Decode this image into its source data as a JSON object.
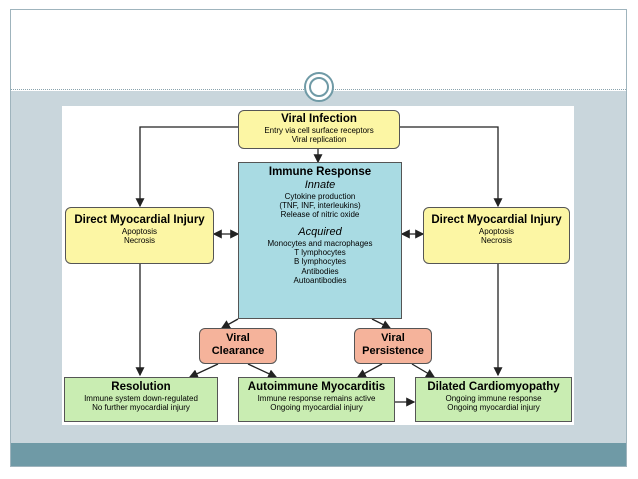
{
  "viral_infection": {
    "title": "Viral Infection",
    "lines": [
      "Entry via cell surface receptors",
      "Viral replication"
    ]
  },
  "immune_response": {
    "title": "Immune Response",
    "innate_label": "Innate",
    "innate_lines": [
      "Cytokine production",
      "(TNF, INF, interleukins)",
      "Release of nitric oxide"
    ],
    "acquired_label": "Acquired",
    "acquired_lines": [
      "Monocytes and macrophages",
      "T lymphocytes",
      "B lymphocytes",
      "Antibodies",
      "Autoantibodies"
    ]
  },
  "injury_left": {
    "title": "Direct Myocardial Injury",
    "lines": [
      "Apoptosis",
      "Necrosis"
    ]
  },
  "injury_right": {
    "title": "Direct Myocardial Injury",
    "lines": [
      "Apoptosis",
      "Necrosis"
    ]
  },
  "viral_clearance": {
    "lines": [
      "Viral",
      "Clearance"
    ]
  },
  "viral_persistence": {
    "lines": [
      "Viral",
      "Persistence"
    ]
  },
  "resolution": {
    "title": "Resolution",
    "lines": [
      "Immune system down-regulated",
      "No further myocardial injury"
    ]
  },
  "autoimmune": {
    "title": "Autoimmune Myocarditis",
    "lines": [
      "Immune response remains active",
      "Ongoing myocardial injury"
    ]
  },
  "dilated": {
    "title": "Dilated Cardiomyopathy",
    "lines": [
      "Ongoing immune response",
      "Ongoing myocardial injury"
    ]
  },
  "colors": {
    "yellow": "#fcf6a4",
    "blue": "#a9dbe3",
    "salmon": "#f5b39b",
    "green": "#c9edb2",
    "accent": "#6f9aa6"
  }
}
